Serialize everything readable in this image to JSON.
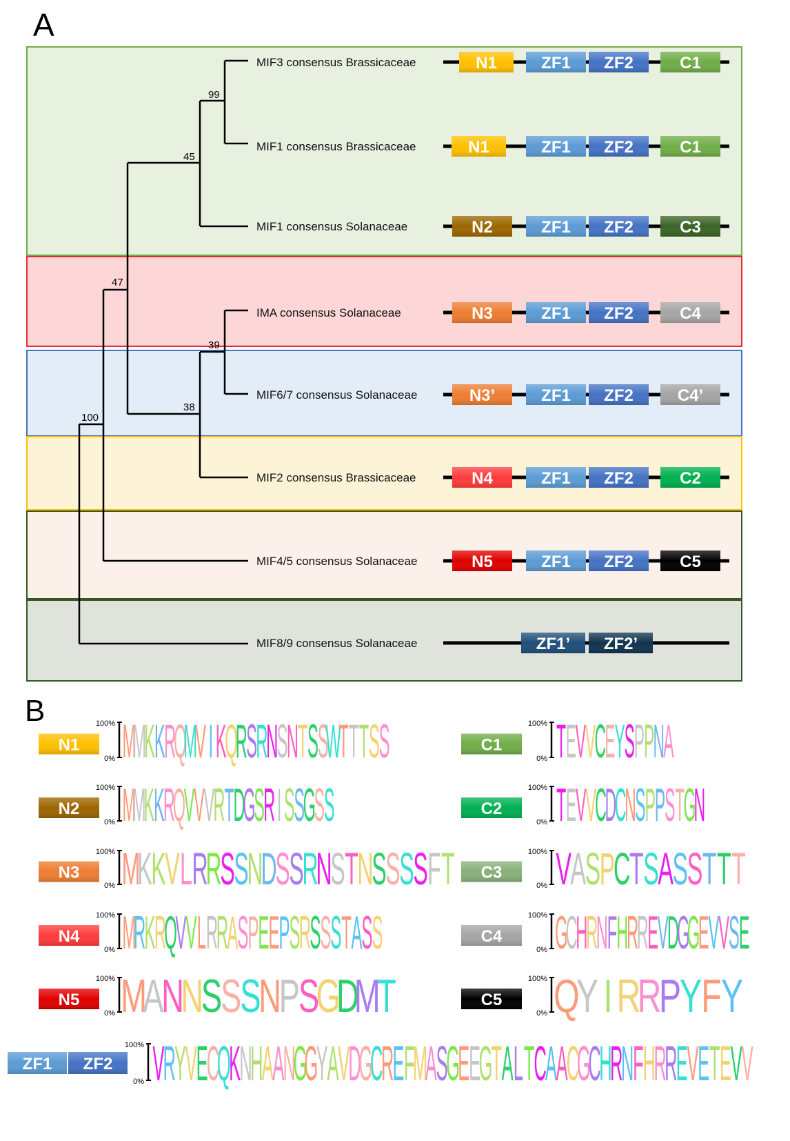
{
  "panel_a": {
    "label": "A",
    "rows": [
      {
        "id": "mif3",
        "species": "MIF3 consensus Brassicaceae",
        "bg": "#e8f0e0",
        "border": "#70ad47",
        "domains": [
          {
            "label": "N1",
            "color": "#ffc000"
          },
          {
            "label": "ZF1",
            "color": "#5b9bd5"
          },
          {
            "label": "ZF2",
            "color": "#4472c4"
          },
          {
            "label": "C1",
            "color": "#70ad47"
          }
        ]
      },
      {
        "id": "mif1b",
        "species": "MIF1 consensus Brassicaceae",
        "bg": "#e8f0e0",
        "border": "#70ad47",
        "domains": [
          {
            "label": "N1",
            "color": "#ffc000"
          },
          {
            "label": "ZF1",
            "color": "#5b9bd5"
          },
          {
            "label": "ZF2",
            "color": "#4472c4"
          },
          {
            "label": "C1",
            "color": "#70ad47"
          }
        ]
      },
      {
        "id": "mif1s",
        "species": "MIF1 consensus Solanaceae",
        "bg": "#e8f0e0",
        "border": "#70ad47",
        "domains": [
          {
            "label": "N2",
            "color": "#9c6500"
          },
          {
            "label": "ZF1",
            "color": "#5b9bd5"
          },
          {
            "label": "ZF2",
            "color": "#4472c4"
          },
          {
            "label": "C3",
            "color": "#3a6425"
          }
        ]
      },
      {
        "id": "ima",
        "species": "IMA consensus Solanaceae",
        "bg": "#fdd7d7",
        "border": "#e03030",
        "domains": [
          {
            "label": "N3",
            "color": "#ed7d31"
          },
          {
            "label": "ZF1",
            "color": "#5b9bd5"
          },
          {
            "label": "ZF2",
            "color": "#4472c4"
          },
          {
            "label": "C4",
            "color": "#a5a5a5"
          }
        ]
      },
      {
        "id": "mif67",
        "species": "MIF6/7 consensus Solanaceae",
        "bg": "#e3edf7",
        "border": "#4472c4",
        "domains": [
          {
            "label": "N3’",
            "color": "#ed7d31"
          },
          {
            "label": "ZF1",
            "color": "#5b9bd5"
          },
          {
            "label": "ZF2",
            "color": "#4472c4"
          },
          {
            "label": "C4’",
            "color": "#a5a5a5"
          }
        ]
      },
      {
        "id": "mif2",
        "species": "MIF2 consensus Brassicaceae",
        "bg": "#fdf3d7",
        "border": "#ffc000",
        "domains": [
          {
            "label": "N4",
            "color": "#ff3b3b"
          },
          {
            "label": "ZF1",
            "color": "#5b9bd5"
          },
          {
            "label": "ZF2",
            "color": "#4472c4"
          },
          {
            "label": "C2",
            "color": "#00b050"
          }
        ]
      },
      {
        "id": "mif45",
        "species": "MIF4/5 consensus Solanaceae",
        "bg": "#fbf0ea",
        "border": "#375623",
        "domains": [
          {
            "label": "N5",
            "color": "#e00000"
          },
          {
            "label": "ZF1",
            "color": "#5b9bd5"
          },
          {
            "label": "ZF2",
            "color": "#4472c4"
          },
          {
            "label": "C5",
            "color": "#000000"
          }
        ]
      },
      {
        "id": "mif89",
        "species": "MIF8/9 consensus Solanaceae",
        "bg": "#dfe3dc",
        "border": "#375623",
        "domains": [
          {
            "label": "ZF1’",
            "color": "#1f4e79"
          },
          {
            "label": "ZF2’",
            "color": "#10344f"
          }
        ]
      }
    ],
    "bootstrap": {
      "n99": "99",
      "n45": "45",
      "n47": "47",
      "n39": "39",
      "n38": "38",
      "n100": "100"
    }
  },
  "panel_b": {
    "label": "B",
    "axis_top": "100%",
    "axis_bottom": "0%",
    "n_logos": [
      {
        "label": "N1",
        "color": "#ffc000",
        "seq": "MMKKRQMVIKQRSRNSNTSSWTTTSS"
      },
      {
        "label": "N2",
        "color": "#9c6500",
        "seq": "MMKKRQVVVRTDGSRISSGSS"
      },
      {
        "label": "N3",
        "color": "#ed7d31",
        "seq": "MKKVLRRSSNDSSRNSTNSSSSFT"
      },
      {
        "label": "N4",
        "color": "#ff3b3b",
        "seq": "MRKRQVVLRRASPEEPSRSSSTASS"
      },
      {
        "label": "N5",
        "color": "#e00000",
        "seq": "MANNSSSNPSGDMT"
      }
    ],
    "c_logos": [
      {
        "label": "C1",
        "color": "#70ad47",
        "seq": "TEVVCEYSPPNA"
      },
      {
        "label": "C2",
        "color": "#00b050",
        "seq": "TEVVCDCNSPPSTGN"
      },
      {
        "label": "C3",
        "color": "#88b07a",
        "seq": "VASPCTSASSTTT"
      },
      {
        "label": "C4",
        "color": "#a5a5a5",
        "seq": "GCHRNFHRREVDGGEVVSE"
      },
      {
        "label": "C5",
        "color": "#000000",
        "seq": "QYIRRPYFY"
      }
    ],
    "zf_logo": {
      "labels": [
        "ZF1",
        "ZF2"
      ],
      "colors": [
        "#5b9bd5",
        "#4472c4"
      ],
      "seq": "VRYVECQKNHAANGGYAVDGCREFMASGEEGTALTCAACGCHRNFHRREVETEVV"
    }
  }
}
